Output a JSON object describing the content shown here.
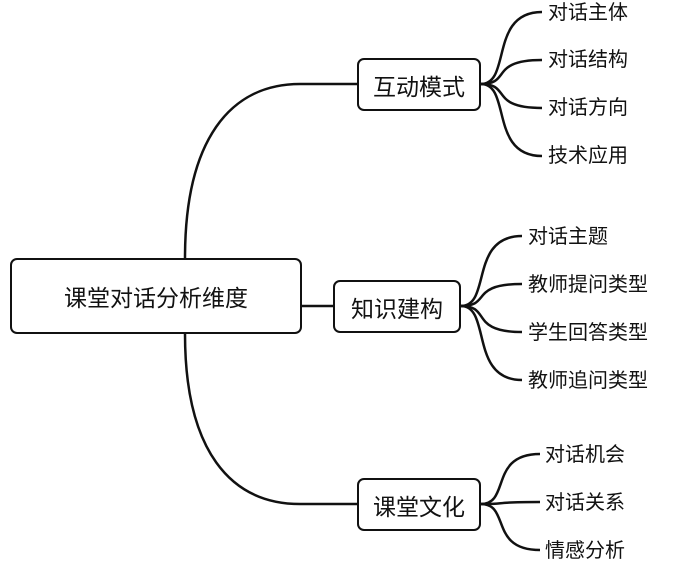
{
  "root": {
    "label": "课堂对话分析维度"
  },
  "branches": [
    {
      "label": "互动模式",
      "leaves": [
        "对话主体",
        "对话结构",
        "对话方向",
        "技术应用"
      ]
    },
    {
      "label": "知识建构",
      "leaves": [
        "对话主题",
        "教师提问类型",
        "学生回答类型",
        "教师追问类型"
      ]
    },
    {
      "label": "课堂文化",
      "leaves": [
        "对话机会",
        "对话关系",
        "情感分析"
      ]
    }
  ]
}
